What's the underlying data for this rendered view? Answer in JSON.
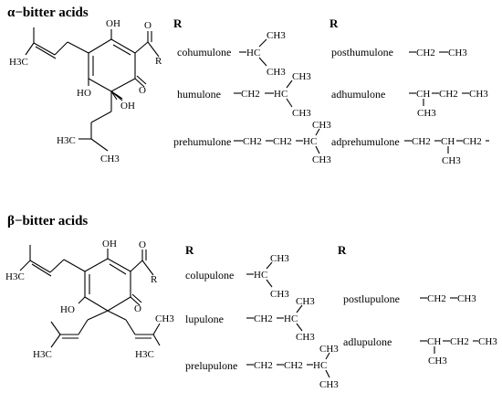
{
  "alpha": {
    "title": "α−bitter acids",
    "col_header_1": "R",
    "col_header_2": "R",
    "compounds": [
      {
        "name": "cohumulone"
      },
      {
        "name": "humulone"
      },
      {
        "name": "prehumulone"
      },
      {
        "name": "posthumulone"
      },
      {
        "name": "adhumulone"
      },
      {
        "name": "adprehumulone"
      }
    ]
  },
  "beta": {
    "title": "β−bitter acids",
    "col_header_1": "R",
    "col_header_2": "R",
    "compounds": [
      {
        "name": "colupulone"
      },
      {
        "name": "lupulone"
      },
      {
        "name": "prelupulone"
      },
      {
        "name": "postlupulone"
      },
      {
        "name": "adlupulone"
      }
    ]
  },
  "atom_labels": {
    "oh": "OH",
    "o": "O",
    "ho": "HO",
    "r": "R",
    "h3c": "H3C",
    "ch3": "CH3",
    "ch2": "CH2",
    "ch": "CH",
    "hc": "HC"
  }
}
